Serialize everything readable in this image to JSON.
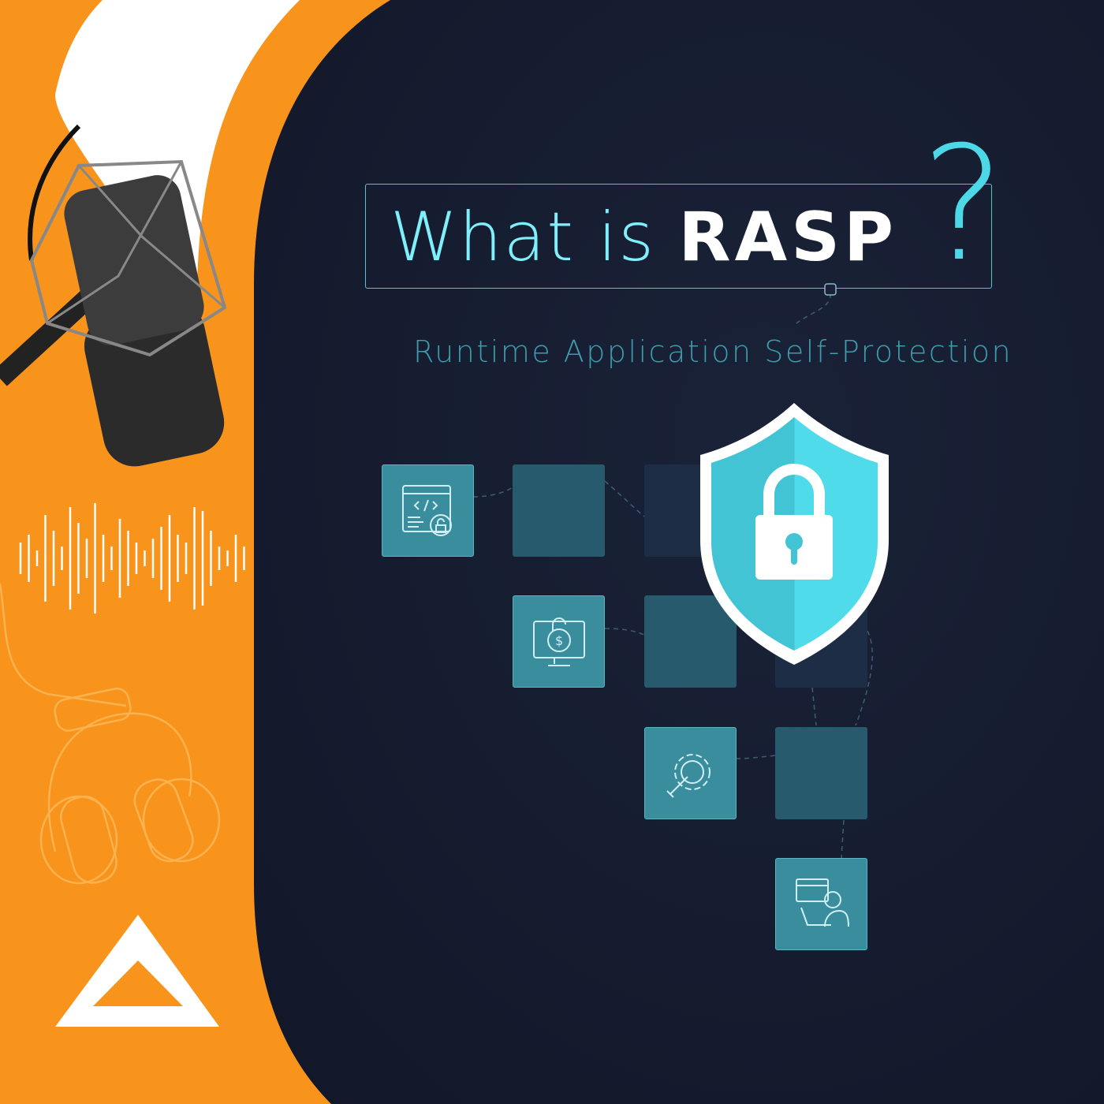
{
  "title": {
    "prefix": "What is",
    "acronym": "RASP",
    "question_mark": "?"
  },
  "subtitle": "Runtime Application Self-Protection",
  "colors": {
    "orange": "#f8941b",
    "navy": "#151c30",
    "cyan": "#4dd8e8",
    "tile_icon": "#3a8d9d",
    "tile_mid": "#275a6d",
    "tile_dark": "#1c2d45"
  },
  "icons": [
    "code-window-lock-icon",
    "monitor-dollar-lock-icon",
    "gear-wrench-icon",
    "developer-laptop-icon",
    "shield-lock-icon",
    "microphone-icon",
    "sound-wave-icon",
    "headphones-icon",
    "brand-logo-triangle"
  ]
}
